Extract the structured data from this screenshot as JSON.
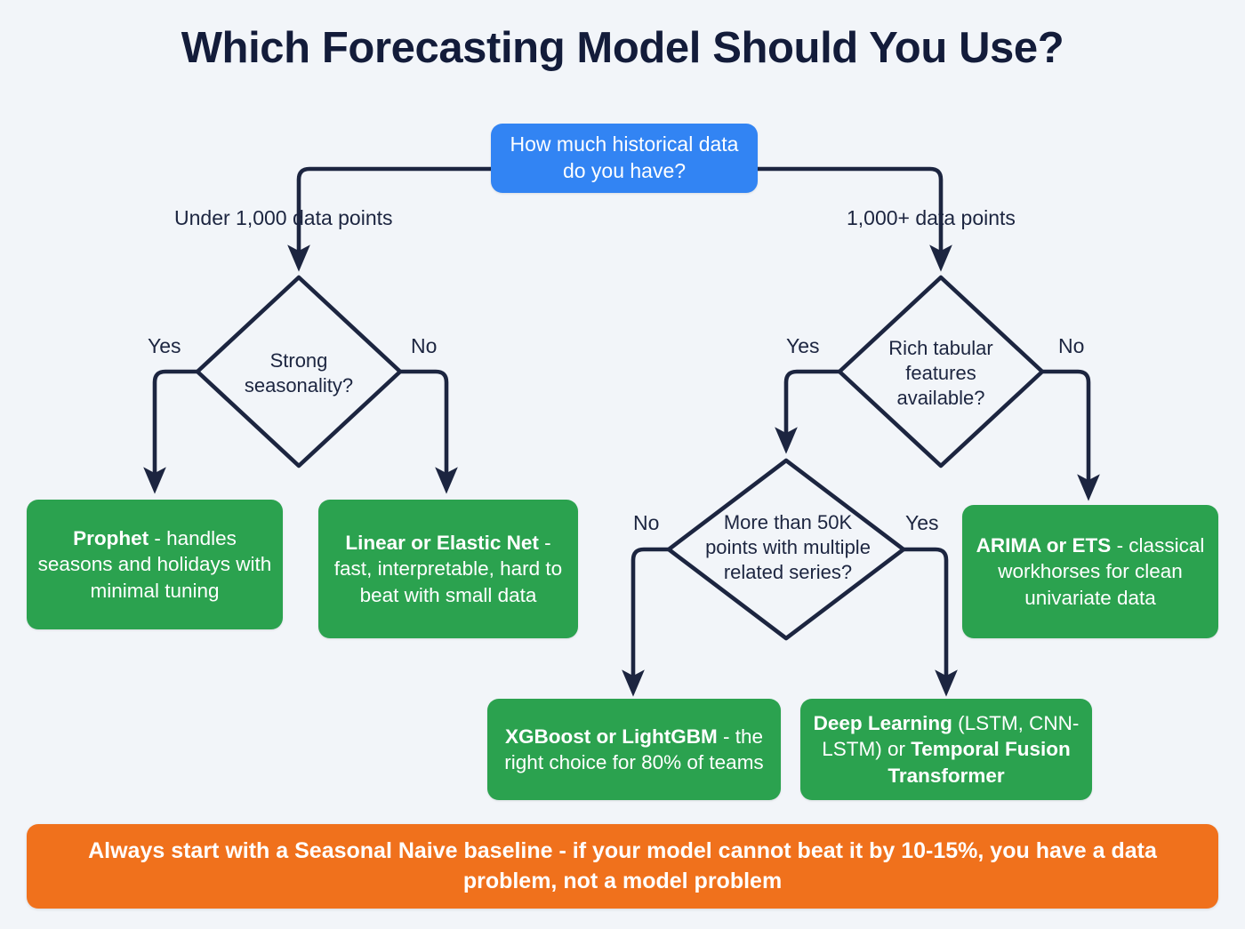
{
  "title": "Which Forecasting Model Should You Use?",
  "colors": {
    "background": "#f2f5f9",
    "title": "#131c3a",
    "root_node": "#3284f3",
    "leaf_node": "#2ba24f",
    "footer_banner": "#f0711c",
    "connector": "#1c2540",
    "node_text": "#ffffff"
  },
  "flowchart": {
    "type": "decision-tree",
    "root": {
      "id": "root",
      "shape": "rounded-rect",
      "color": "#3284f3",
      "text": "How much historical data do you have?"
    },
    "edge_labels": {
      "root_left": "Under 1,000 data points",
      "root_right": "1,000+ data points",
      "d1_yes": "Yes",
      "d1_no": "No",
      "d2_yes": "Yes",
      "d2_no": "No",
      "d3_no": "No",
      "d3_yes": "Yes"
    },
    "decisions": [
      {
        "id": "d1-strong-seasonality",
        "shape": "diamond",
        "text": "Strong seasonality?",
        "lines": [
          "Strong",
          "seasonality?"
        ],
        "yes_label": "Yes",
        "no_label": "No"
      },
      {
        "id": "d2-rich-tabular-features",
        "shape": "diamond",
        "text": "Rich tabular features available?",
        "lines": [
          "Rich tabular",
          "features",
          "available?"
        ],
        "yes_label": "Yes",
        "no_label": "No"
      },
      {
        "id": "d3-more-than-50k",
        "shape": "diamond",
        "text": "More than 50K points with multiple related series?",
        "lines": [
          "More than 50K",
          "points with multiple",
          "related series?"
        ],
        "yes_label": "Yes",
        "no_label": "No"
      }
    ],
    "outcomes": [
      {
        "id": "prophet",
        "shape": "rounded-rect",
        "color": "#2ba24f",
        "bold": "Prophet",
        "rest": " - handles seasons and holidays with minimal tuning",
        "text": "Prophet - handles seasons and holidays with minimal tuning"
      },
      {
        "id": "linear-elastic-net",
        "shape": "rounded-rect",
        "color": "#2ba24f",
        "bold": "Linear or Elastic Net",
        "rest": " - fast, interpretable, hard to beat with small data",
        "text": "Linear or Elastic Net - fast, interpretable, hard to beat with small data"
      },
      {
        "id": "xgboost-lightgbm",
        "shape": "rounded-rect",
        "color": "#2ba24f",
        "bold": "XGBoost or LightGBM",
        "rest": " - the right choice for 80% of teams",
        "text": "XGBoost or LightGBM - the right choice for 80% of teams"
      },
      {
        "id": "deep-learning",
        "shape": "rounded-rect",
        "color": "#2ba24f",
        "bold": "Deep Learning",
        "mid": " (LSTM, CNN-LSTM) or ",
        "bold2": "Temporal Fusion Transformer",
        "text": "Deep Learning (LSTM, CNN-LSTM) or Temporal Fusion Transformer"
      },
      {
        "id": "arima-ets",
        "shape": "rounded-rect",
        "color": "#2ba24f",
        "bold": "ARIMA or ETS",
        "rest": " - classical workhorses for clean univariate data",
        "text": "ARIMA or ETS - classical workhorses for clean univariate data"
      }
    ]
  },
  "footer": {
    "text": "Always start with a Seasonal Naive baseline - if your model cannot beat it by 10-15%, you have a data problem, not a model problem"
  }
}
